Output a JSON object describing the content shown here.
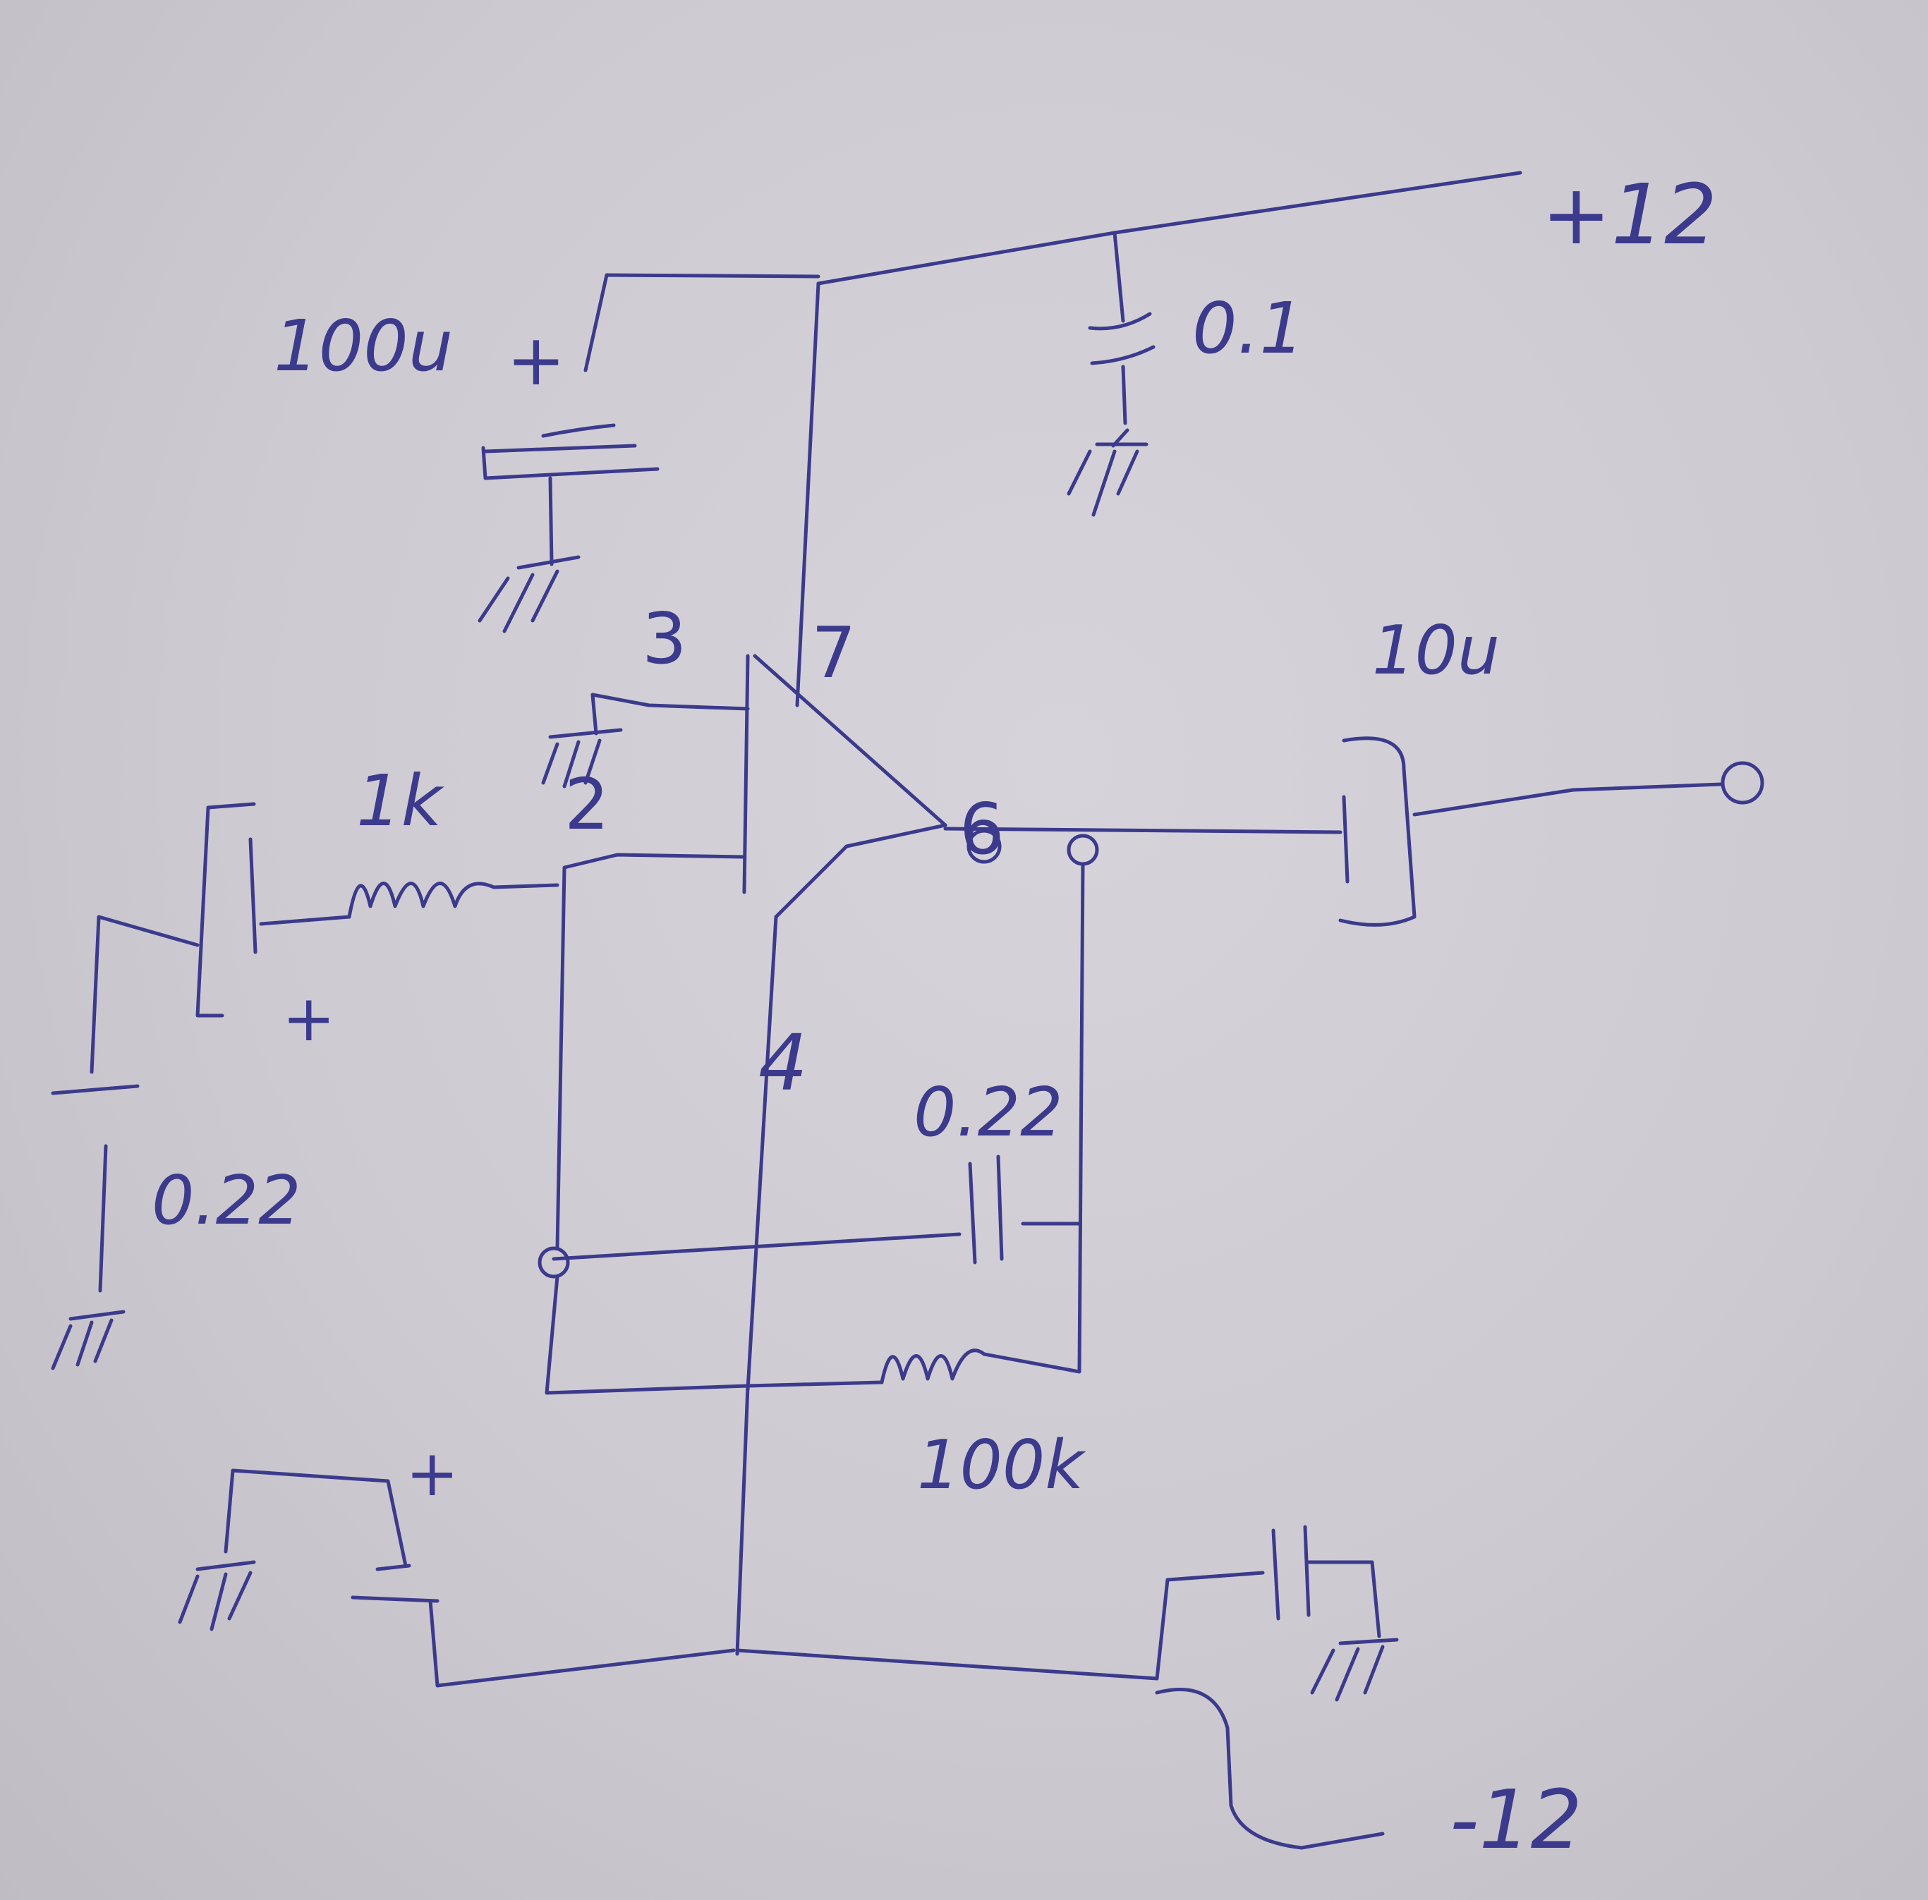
{
  "colors": {
    "paper": "#cbc9cf",
    "ink": "#3c3a8c"
  },
  "supply": {
    "positive": "+12",
    "negative": "-12"
  },
  "pins": {
    "noninverting_input": "3",
    "inverting_input": "2",
    "v_plus": "7",
    "output": "6",
    "v_minus": "4"
  },
  "components": {
    "pos_electrolytic_label": "100u",
    "pos_bypass_label": "0.1",
    "input_resistor_label": "1k",
    "input_cap_label": "0.22",
    "feedback_cap_label": "0.22",
    "feedback_resistor_label": "100k",
    "output_cap_label": "10u",
    "plus_sign": "+"
  }
}
